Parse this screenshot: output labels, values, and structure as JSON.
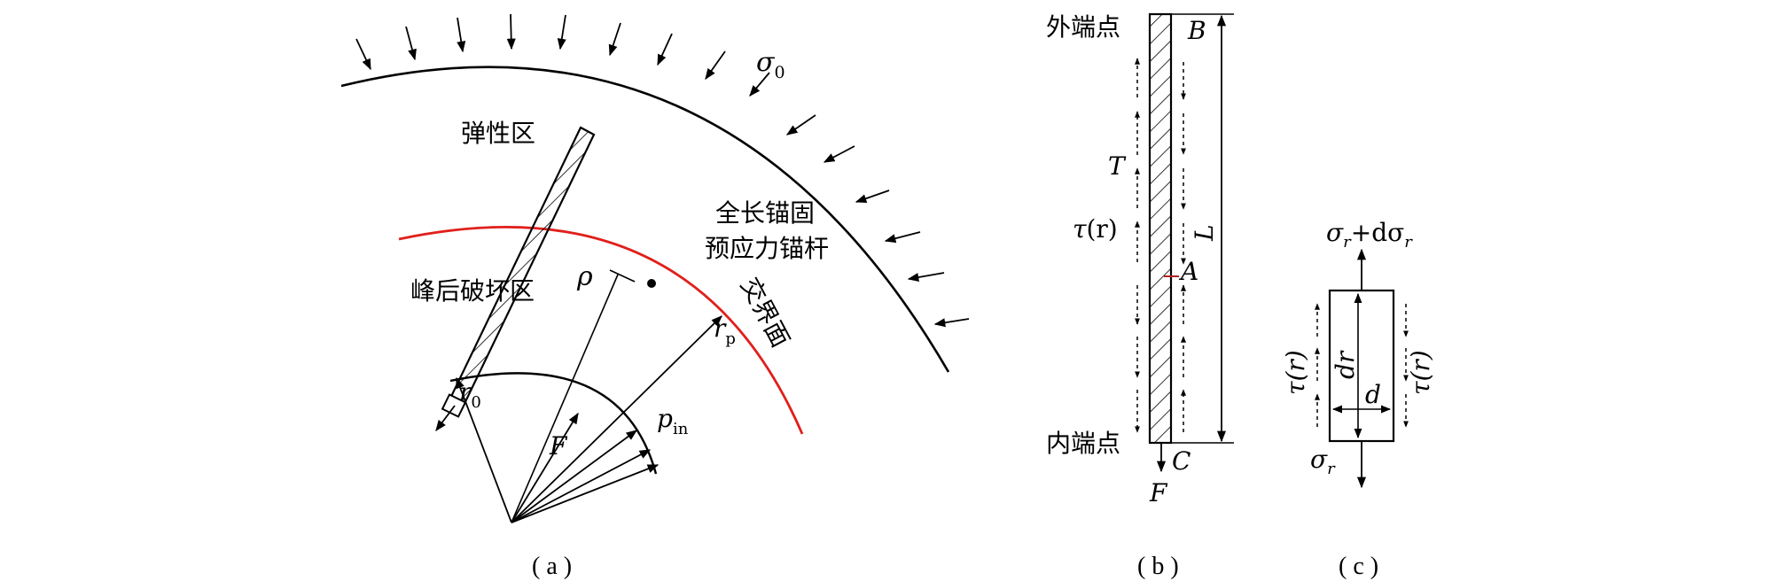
{
  "panel_a": {
    "caption": "( a )",
    "sigma0": "σ",
    "sigma0_sub": "0",
    "elastic_zone": "弹性区",
    "anchor_name_line1": "全长锚固",
    "anchor_name_line2": "预应力锚杆",
    "interface": "交界面",
    "post_peak_zone": "峰后破坏区",
    "rho": "ρ",
    "r0": "r",
    "r0_sub": "0",
    "rp": "r",
    "rp_sub": "p",
    "pin": "p",
    "pin_sub": "in",
    "F": "F",
    "interface_color": "#e0201b"
  },
  "panel_b": {
    "caption": "( b )",
    "outer_end": "外端点",
    "inner_end": "内端点",
    "T": "T",
    "tau": "τ",
    "tau_arg": "(r)",
    "B": "B",
    "A": "A",
    "C": "C",
    "L": "L",
    "F": "F"
  },
  "panel_c": {
    "caption": "( c )",
    "sigma_top": "σ",
    "sigma_top_sub": "r",
    "sigma_top_plus": "+dσ",
    "sigma_top_sub2": "r",
    "sigma_bottom": "σ",
    "sigma_bottom_sub": "r",
    "dr": "dr",
    "d": "d",
    "tau_left": "τ(r)",
    "tau_right": "τ(r)"
  }
}
